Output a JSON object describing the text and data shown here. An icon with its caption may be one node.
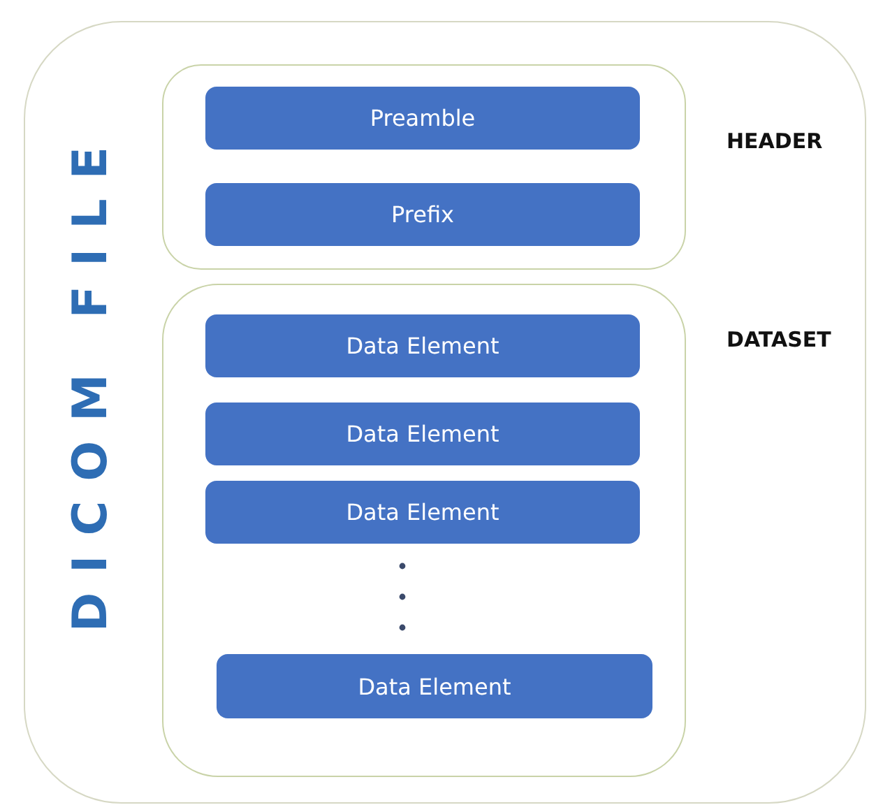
{
  "diagram": {
    "nodes": [
      {
        "text": [
          "DICOM FILE"
        ]
      },
      {
        "text": [],
        "shape": "box",
        "in": 0,
        "beside": [
          "HEADER"
        ]
      },
      {
        "text": [
          "Preamble"
        ],
        "in": 1
      },
      {
        "text": [
          "Prefix"
        ],
        "in": 1
      },
      {
        "text": [],
        "shape": "box",
        "in": 0,
        "beside": [
          "DATASET"
        ]
      },
      {
        "text": [
          "Data Element"
        ],
        "in": 4
      },
      {
        "text": [
          "Data Element"
        ],
        "in": 4
      },
      {
        "text": [
          "Data Element"
        ],
        "in": 4
      },
      {
        "text": [
          "Data Element"
        ],
        "in": 4
      }
    ]
  }
}
